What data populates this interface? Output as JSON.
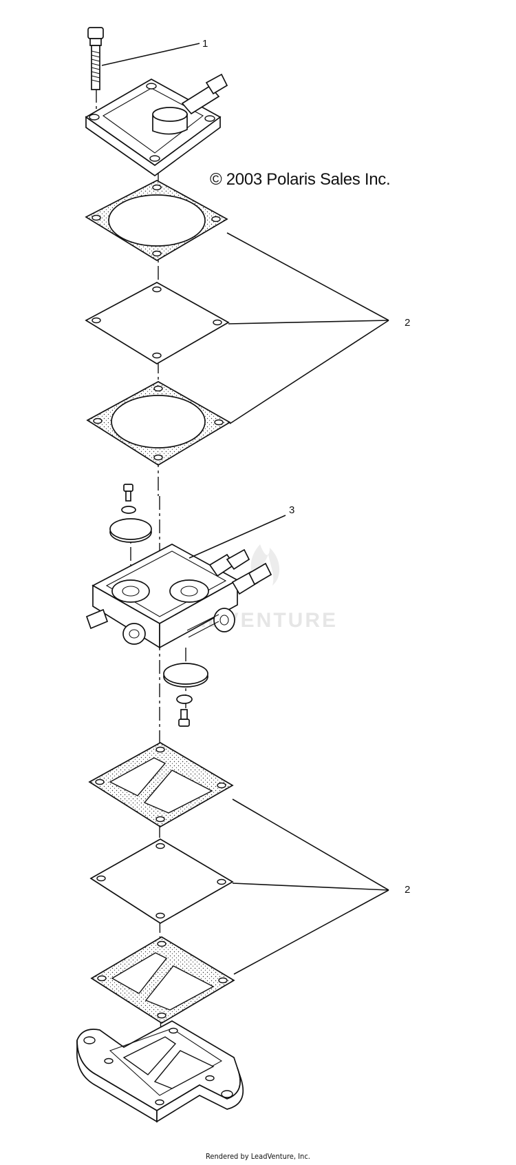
{
  "copyright": "© 2003 Polaris Sales Inc.",
  "footer": "Rendered by LeadVenture, Inc.",
  "watermark": "LEADVENTURE",
  "callouts": [
    "1",
    "2",
    "3",
    "2"
  ],
  "colors": {
    "line": "#111111",
    "watermark": "#e6e6e6",
    "background": "#ffffff"
  }
}
